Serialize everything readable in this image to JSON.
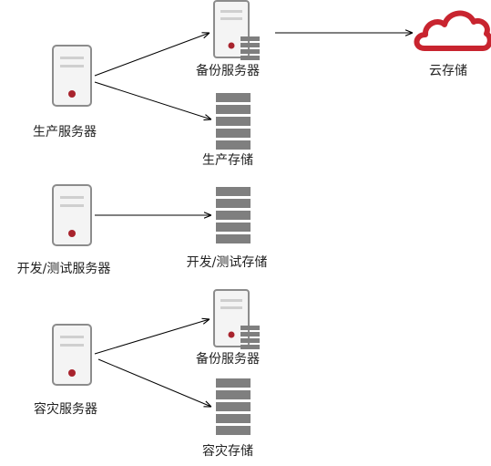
{
  "labels": {
    "prod_server": "生产服务器",
    "backup_server_1": "备份服务器",
    "prod_storage": "生产存储",
    "cloud_storage": "云存储",
    "dev_test_server": "开发/测试服务器",
    "dev_test_storage": "开发/测试存储",
    "dr_server": "容灾服务器",
    "backup_server_2": "备份服务器",
    "dr_storage": "容灾存储"
  },
  "colors": {
    "server_body": "#f4f4f4",
    "server_border": "#8c8c8c",
    "server_slot": "#cfcfcf",
    "led": "#a8232d",
    "storage_disk": "#7f7f7f",
    "cloud": "#c8242f",
    "arrow": "#000000"
  }
}
